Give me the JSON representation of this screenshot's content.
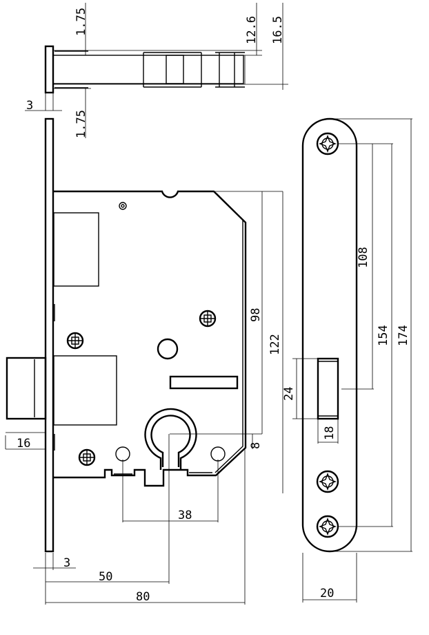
{
  "dimensions": {
    "top_view": {
      "d_1_75_top": "1.75",
      "d_12_6": "12.6",
      "d_16_5": "16.5",
      "d_3": "3",
      "d_1_75_bottom": "1.75"
    },
    "front_view": {
      "d_98": "98",
      "d_122": "122",
      "d_8": "8",
      "d_16": "16",
      "d_38": "38",
      "d_3": "3",
      "d_50": "50",
      "d_80": "80"
    },
    "strike_plate": {
      "d_108": "108",
      "d_154": "154",
      "d_174": "174",
      "d_24": "24",
      "d_18": "18",
      "d_20": "20"
    }
  }
}
